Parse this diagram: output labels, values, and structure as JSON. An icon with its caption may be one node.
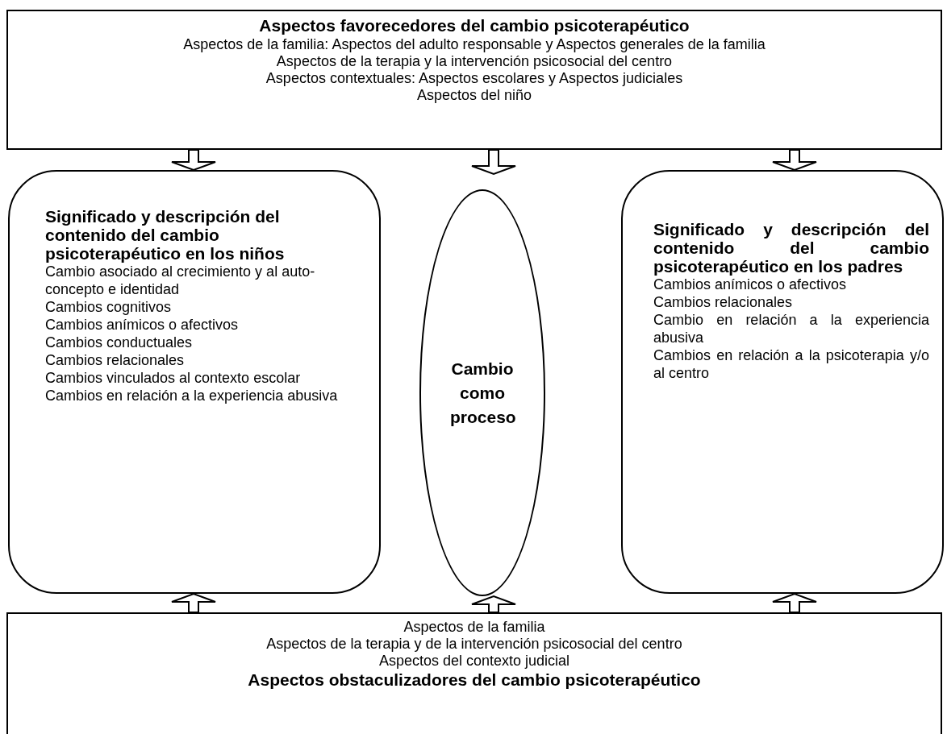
{
  "diagram": {
    "nodes": [
      {
        "text": [
          "Aspectos favorecedores del cambio psicoterapéutico",
          "Aspectos de la familia: Aspectos del adulto responsable y Aspectos generales de la familia",
          "Aspectos de la terapia y la intervención psicosocial del centro",
          "Aspectos contextuales: Aspectos escolares y Aspectos judiciales",
          "Aspectos del niño"
        ]
      },
      {
        "text": [
          "Significado y descripción del contenido del cambio psicoterapéutico en los niños",
          "Cambio asociado al crecimiento y al auto-concepto e identidad",
          "Cambios cognitivos",
          "Cambios anímicos o afectivos",
          "Cambios conductuales",
          "Cambios relacionales",
          "Cambios vinculados al contexto escolar",
          "Cambios en relación a la experiencia abusiva"
        ]
      },
      {
        "text": [
          "Cambio como proceso"
        ]
      },
      {
        "text": [
          "Significado y descripción del contenido del cambio psicoterapéutico en los padres",
          "Cambios anímicos o afectivos",
          "Cambios relacionales",
          "Cambio en relación a la experiencia abusiva",
          "Cambios en relación a la psicoterapia y/o al centro"
        ]
      },
      {
        "text": [
          "Aspectos de la familia",
          "Aspectos de la terapia y de la intervención psicosocial del centro",
          "Aspectos del contexto judicial",
          "Aspectos obstaculizadores del cambio psicoterapéutico"
        ]
      }
    ],
    "edges": [
      {
        "from": 0,
        "to": 1,
        "arrow": "to"
      },
      {
        "from": 0,
        "to": 2,
        "arrow": "to"
      },
      {
        "from": 0,
        "to": 3,
        "arrow": "to"
      },
      {
        "from": 4,
        "to": 1,
        "arrow": "to"
      },
      {
        "from": 4,
        "to": 2,
        "arrow": "to"
      },
      {
        "from": 4,
        "to": 3,
        "arrow": "to"
      }
    ]
  }
}
